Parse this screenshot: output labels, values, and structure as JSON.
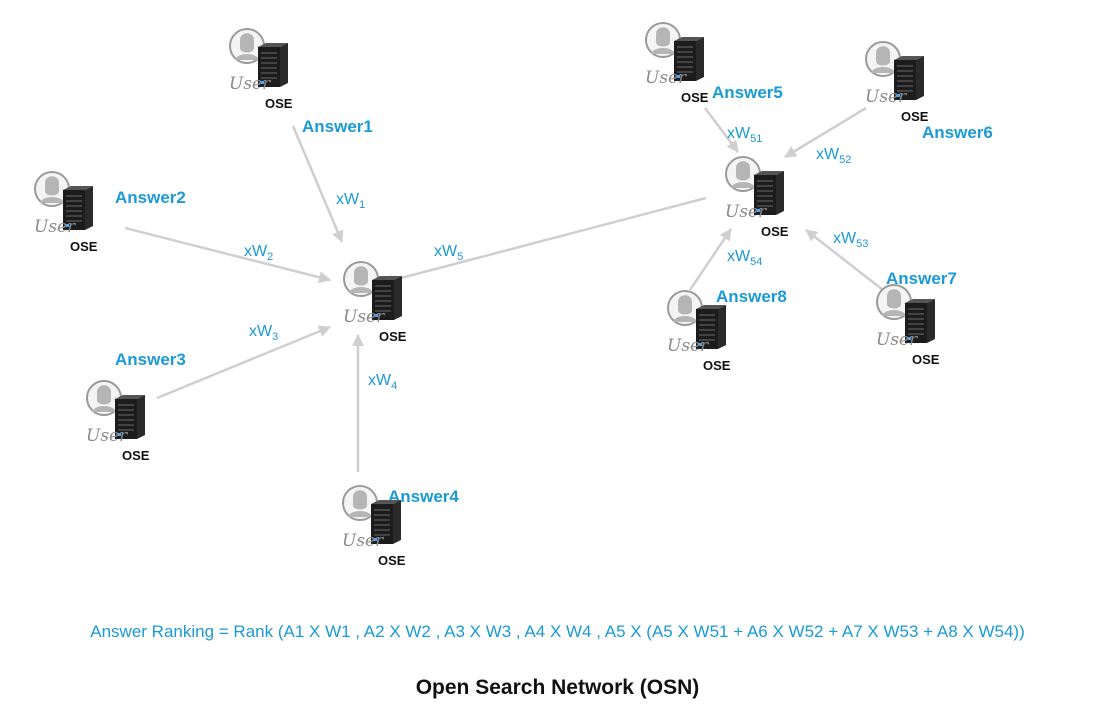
{
  "diagram": {
    "node_user_label": "User",
    "node_server_label": "OSE",
    "nodes": [
      {
        "id": "center",
        "answer": ""
      },
      {
        "id": "n1",
        "answer": "Answer1"
      },
      {
        "id": "n2",
        "answer": "Answer2"
      },
      {
        "id": "n3",
        "answer": "Answer3"
      },
      {
        "id": "n4",
        "answer": "Answer4"
      },
      {
        "id": "hub5",
        "answer": ""
      },
      {
        "id": "n5",
        "answer": "Answer5"
      },
      {
        "id": "n6",
        "answer": "Answer6"
      },
      {
        "id": "n7",
        "answer": "Answer7"
      },
      {
        "id": "n8",
        "answer": "Answer8"
      }
    ],
    "edges": [
      {
        "from": "n1",
        "to": "center",
        "weight_base": "xW",
        "weight_sub": "1"
      },
      {
        "from": "n2",
        "to": "center",
        "weight_base": "xW",
        "weight_sub": "2"
      },
      {
        "from": "n3",
        "to": "center",
        "weight_base": "xW",
        "weight_sub": "3"
      },
      {
        "from": "n4",
        "to": "center",
        "weight_base": "xW",
        "weight_sub": "4"
      },
      {
        "from": "hub5",
        "to": "center",
        "weight_base": "xW",
        "weight_sub": "5"
      },
      {
        "from": "n5",
        "to": "hub5",
        "weight_base": "xW",
        "weight_sub": "51"
      },
      {
        "from": "n6",
        "to": "hub5",
        "weight_base": "xW",
        "weight_sub": "52"
      },
      {
        "from": "n7",
        "to": "hub5",
        "weight_base": "xW",
        "weight_sub": "53"
      },
      {
        "from": "n8",
        "to": "hub5",
        "weight_base": "xW",
        "weight_sub": "54"
      }
    ]
  },
  "formula": "Answer Ranking = Rank (A1 X W1 , A2 X W2 , A3 X W3 , A4 X W4 , A5 X (A5 X W51 + A6 X W52 + A7 X W53 + A8 X W54))",
  "caption": "Open Search Network (OSN)",
  "colors": {
    "accent": "#1a9ad6",
    "edge": "#cfcfcf",
    "user_icon": "#9a9a9a",
    "server": "#1c1c1c",
    "text": "#111111"
  },
  "icons": [
    "user-icon",
    "server-icon"
  ]
}
